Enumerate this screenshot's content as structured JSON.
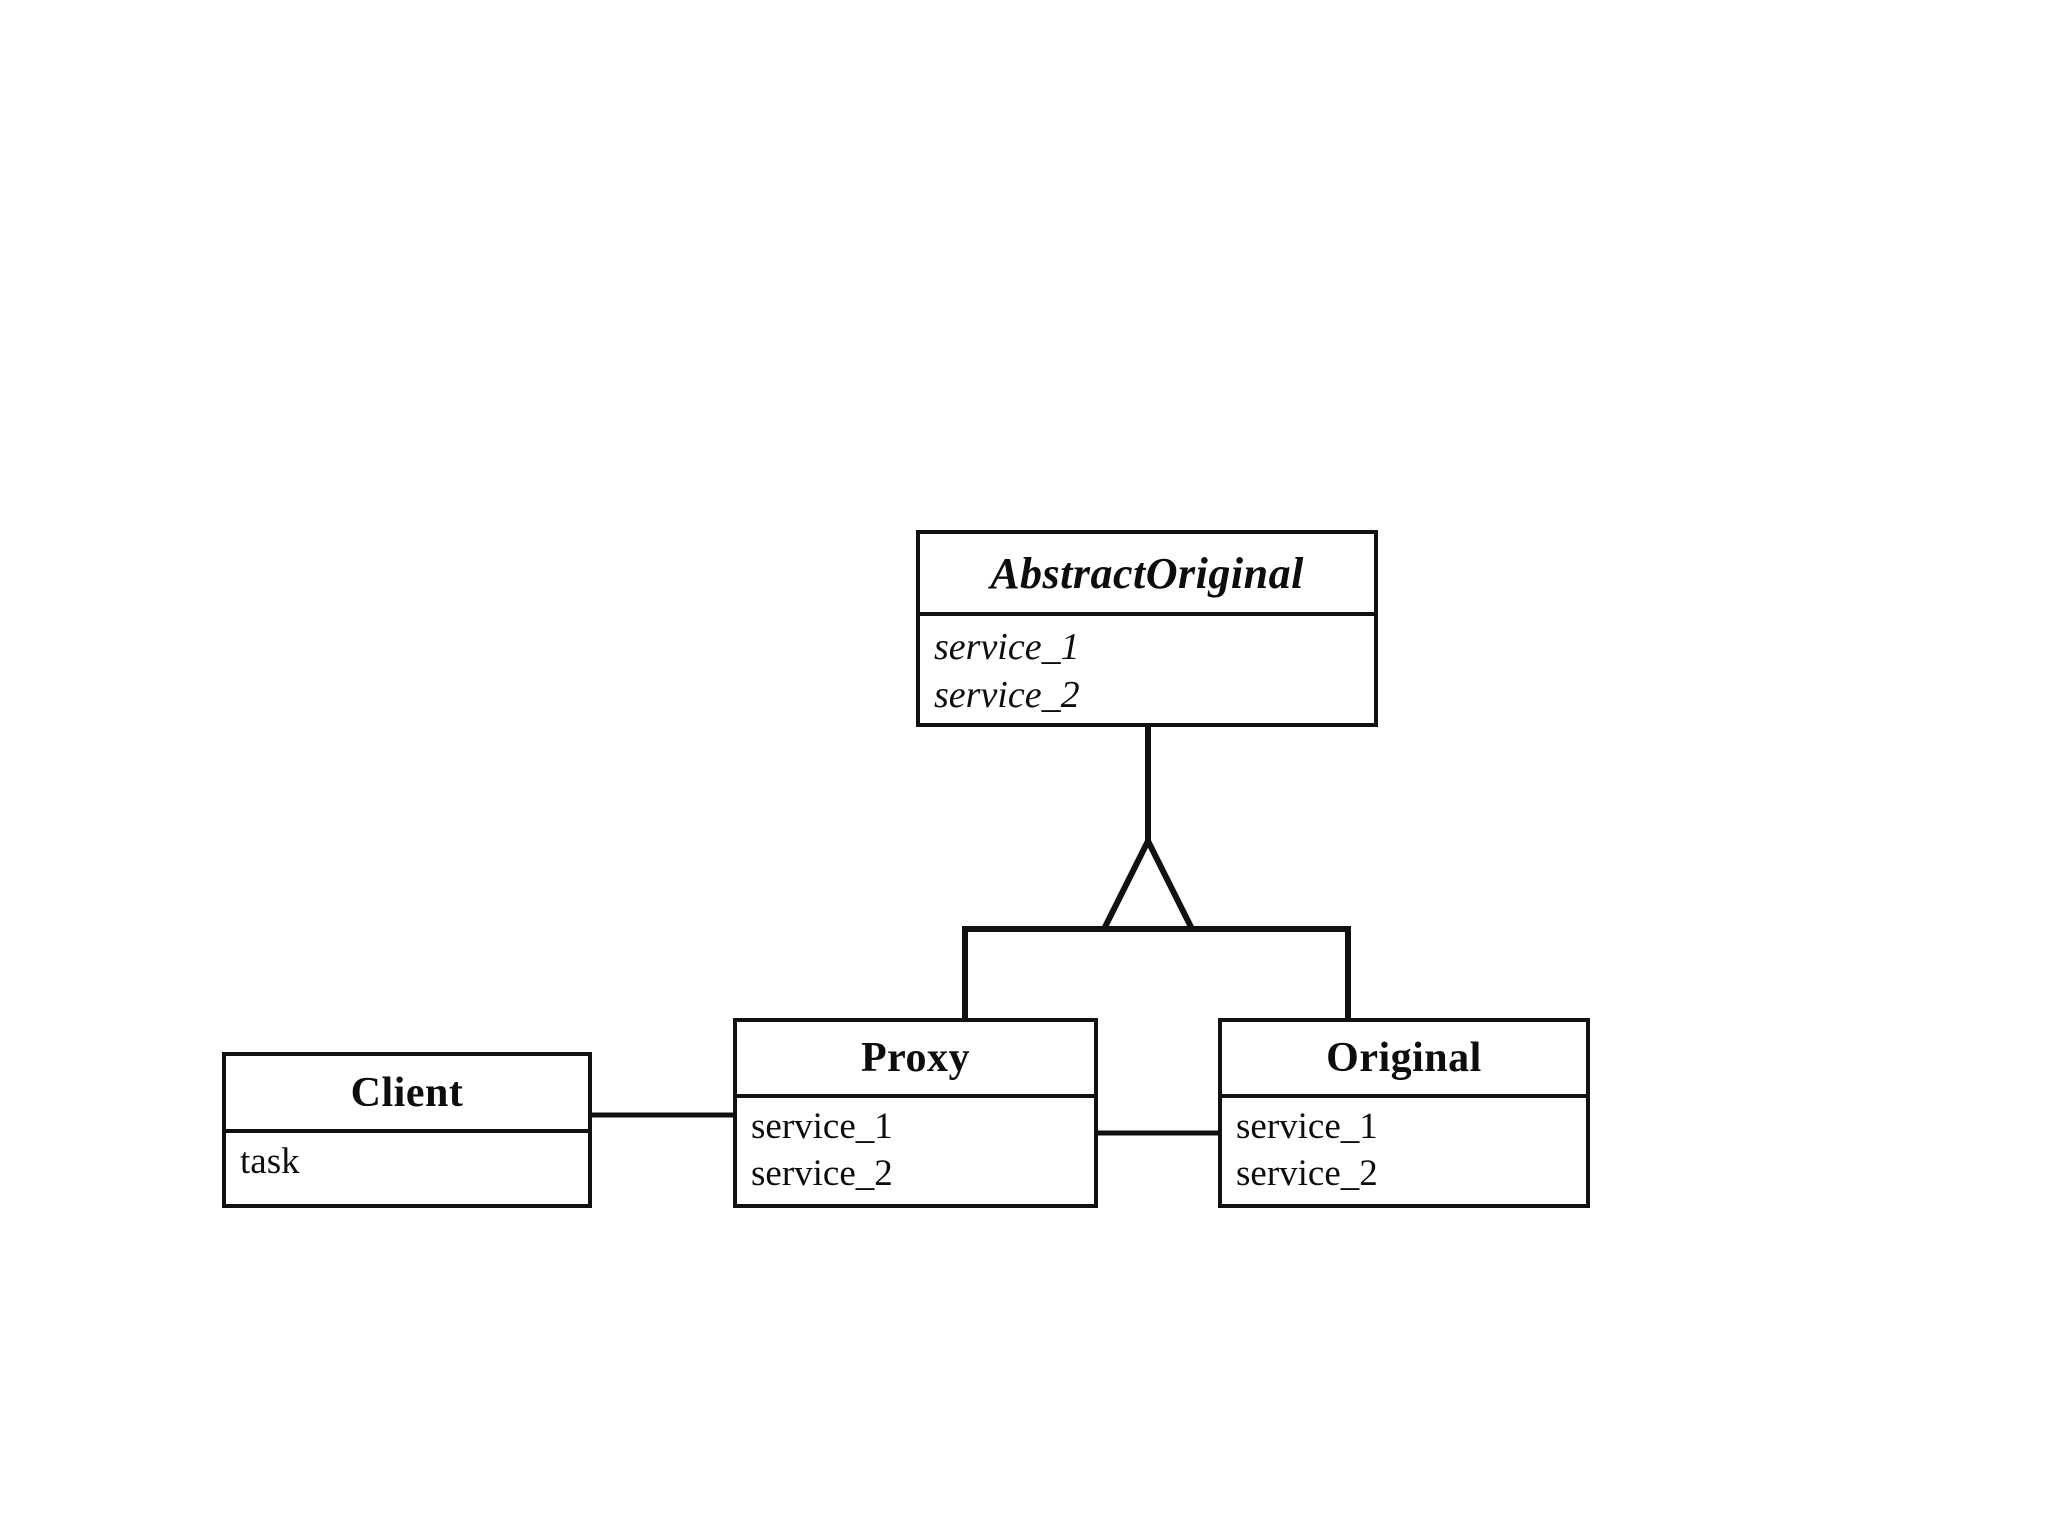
{
  "diagram": {
    "kind": "uml-class-diagram",
    "pattern": "Proxy",
    "background_color": "#ffffff",
    "line_color": "#111111",
    "text_color": "#0d0d0d"
  },
  "classes": {
    "abstract_original": {
      "name": "AbstractOriginal",
      "stereotype": "abstract",
      "attributes": [
        "service_1",
        "service_2"
      ]
    },
    "proxy": {
      "name": "Proxy",
      "stereotype": "concrete",
      "attributes": [
        "service_1",
        "service_2"
      ]
    },
    "original": {
      "name": "Original",
      "stereotype": "concrete",
      "attributes": [
        "service_1",
        "service_2"
      ]
    },
    "client": {
      "name": "Client",
      "stereotype": "concrete",
      "attributes": [
        "task"
      ]
    }
  },
  "relationships": [
    {
      "id": "gen-proxy",
      "type": "generalization",
      "from": "Proxy",
      "to": "AbstractOriginal",
      "marker": "hollow-triangle"
    },
    {
      "id": "gen-original",
      "type": "generalization",
      "from": "Original",
      "to": "AbstractOriginal",
      "marker": "hollow-triangle"
    },
    {
      "id": "assoc-client-proxy",
      "type": "association",
      "from": "Client",
      "to": "Proxy",
      "marker": "none"
    },
    {
      "id": "assoc-proxy-original",
      "type": "association",
      "from": "Proxy",
      "to": "Original",
      "marker": "none"
    }
  ]
}
